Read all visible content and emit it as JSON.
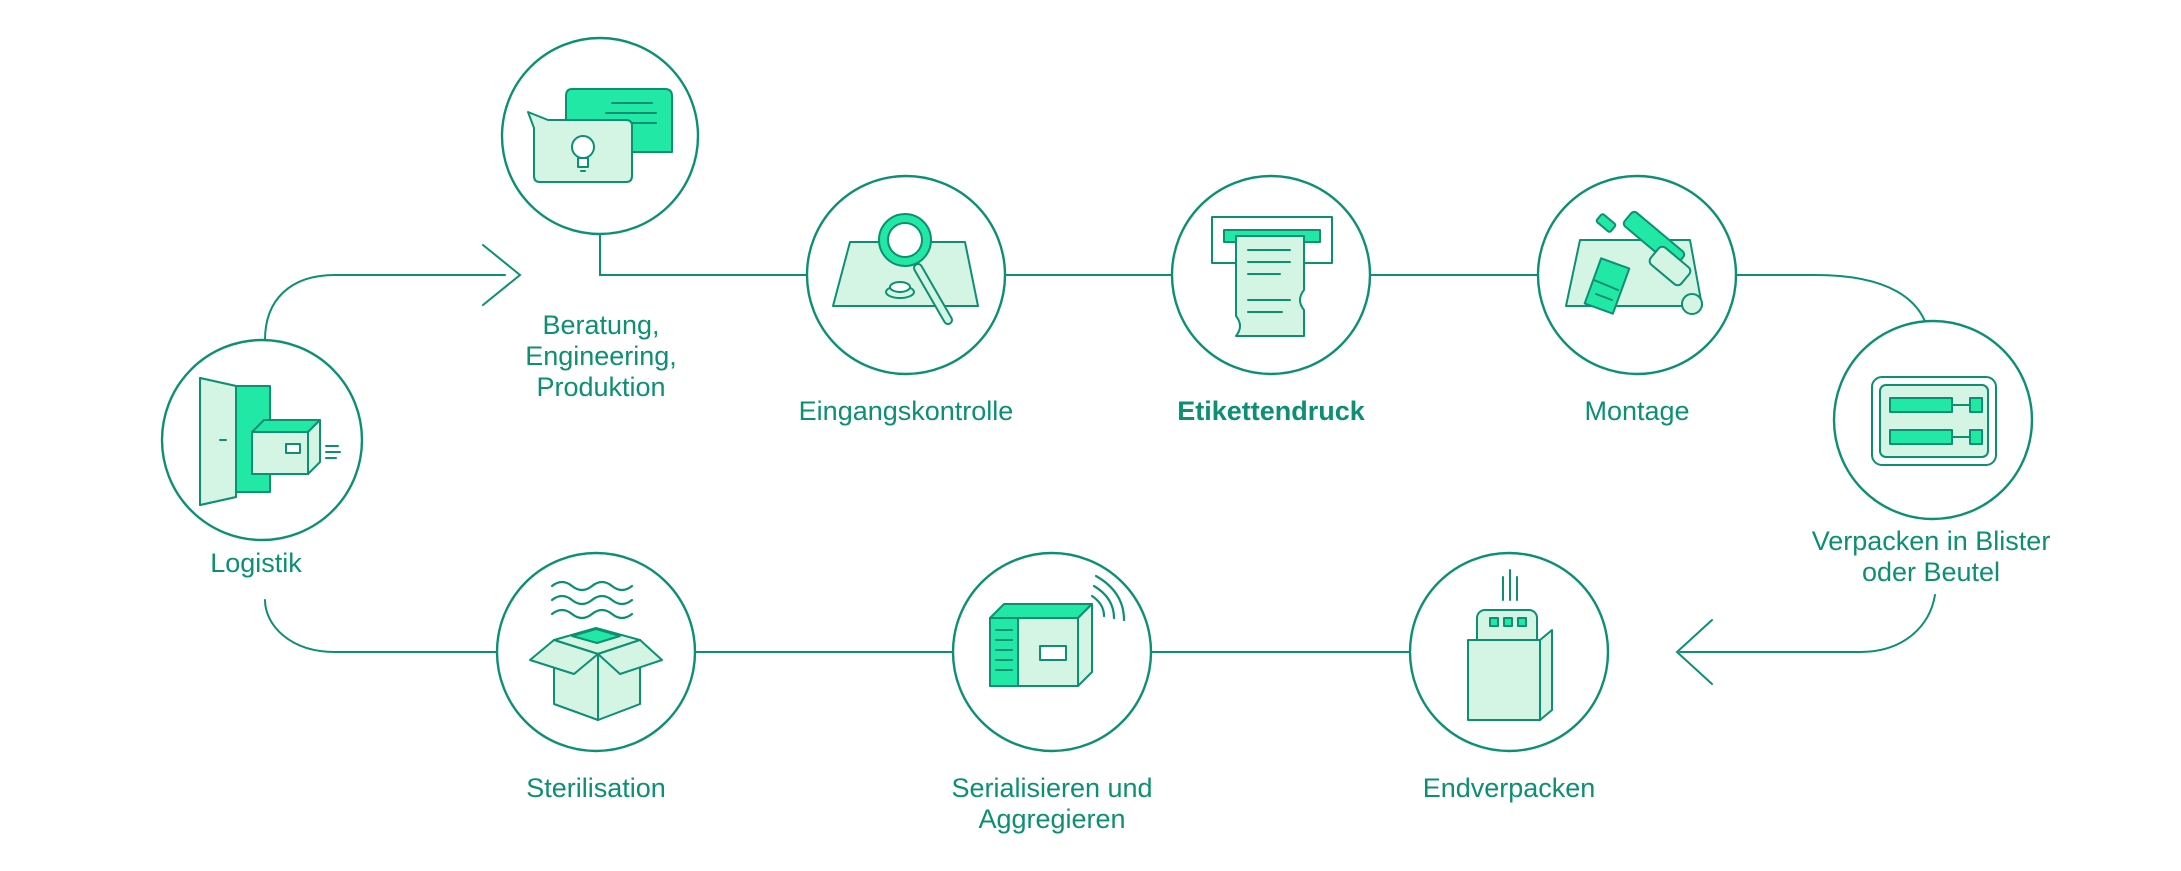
{
  "diagram": {
    "steps": [
      {
        "id": "logistik",
        "lines": [
          "Logistik"
        ],
        "icon": "door-box-icon"
      },
      {
        "id": "beratung",
        "lines": [
          "Beratung,",
          "Engineering,",
          "Produktion"
        ],
        "icon": "lightbulb-chat-icon"
      },
      {
        "id": "eingangskontrolle",
        "lines": [
          "Eingangskontrolle"
        ],
        "icon": "magnifier-icon"
      },
      {
        "id": "etikettendruck",
        "lines": [
          "Etikettendruck"
        ],
        "icon": "label-printer-icon"
      },
      {
        "id": "montage",
        "lines": [
          "Montage"
        ],
        "icon": "syringe-assembly-icon"
      },
      {
        "id": "verpacken",
        "lines": [
          "Verpacken in Blister",
          "oder Beutel"
        ],
        "icon": "blister-pack-icon"
      },
      {
        "id": "endverpacken",
        "lines": [
          "Endverpacken"
        ],
        "icon": "bag-package-icon"
      },
      {
        "id": "serialisieren",
        "lines": [
          "Serialisieren und",
          "Aggregieren"
        ],
        "icon": "rfid-box-icon"
      },
      {
        "id": "sterilisation",
        "lines": [
          "Sterilisation"
        ],
        "icon": "steam-box-icon"
      }
    ],
    "colors": {
      "stroke": "#0c8f73",
      "accent": "#22e8a6",
      "fill_light": "#d4f4e4",
      "background": "#ffffff"
    }
  }
}
